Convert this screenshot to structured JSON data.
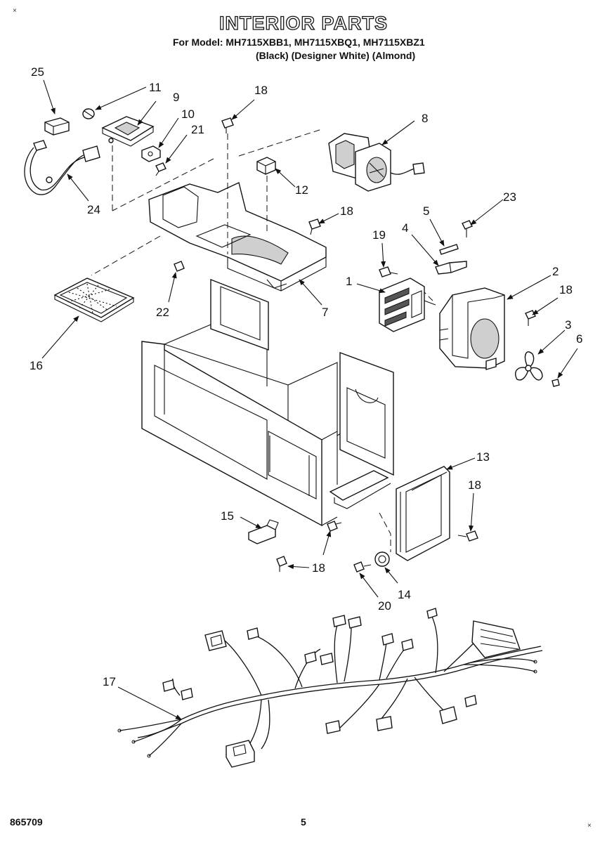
{
  "header": {
    "title": "INTERIOR PARTS",
    "models": "For Model: MH7115XBB1, MH7115XBQ1, MH7115XBZ1",
    "colors": "(Black) (Designer White) (Almond)"
  },
  "footer": {
    "doc_number": "865709",
    "page_number": "5"
  },
  "marks": {
    "top_left": "×",
    "bottom_right": "×"
  },
  "callouts": [
    {
      "id": "c25",
      "label": "25"
    },
    {
      "id": "c11",
      "label": "11"
    },
    {
      "id": "c9",
      "label": "9"
    },
    {
      "id": "c10",
      "label": "10"
    },
    {
      "id": "c21",
      "label": "21"
    },
    {
      "id": "c24",
      "label": "24"
    },
    {
      "id": "c18a",
      "label": "18"
    },
    {
      "id": "c8",
      "label": "8"
    },
    {
      "id": "c12",
      "label": "12"
    },
    {
      "id": "c18b",
      "label": "18"
    },
    {
      "id": "c23",
      "label": "23"
    },
    {
      "id": "c5",
      "label": "5"
    },
    {
      "id": "c4",
      "label": "4"
    },
    {
      "id": "c19",
      "label": "19"
    },
    {
      "id": "c1",
      "label": "1"
    },
    {
      "id": "c2",
      "label": "2"
    },
    {
      "id": "c18c",
      "label": "18"
    },
    {
      "id": "c3",
      "label": "3"
    },
    {
      "id": "c6",
      "label": "6"
    },
    {
      "id": "c22",
      "label": "22"
    },
    {
      "id": "c7",
      "label": "7"
    },
    {
      "id": "c16",
      "label": "16"
    },
    {
      "id": "c13",
      "label": "13"
    },
    {
      "id": "c18d",
      "label": "18"
    },
    {
      "id": "c15",
      "label": "15"
    },
    {
      "id": "c18e",
      "label": "18"
    },
    {
      "id": "c14",
      "label": "14"
    },
    {
      "id": "c20",
      "label": "20"
    },
    {
      "id": "c17",
      "label": "17"
    }
  ]
}
